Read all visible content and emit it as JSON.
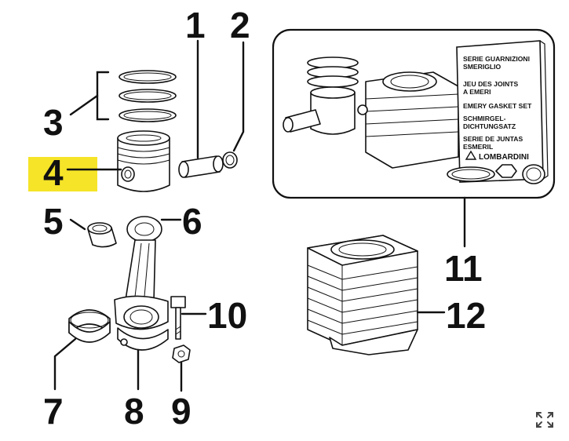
{
  "callouts": [
    {
      "id": "1",
      "label": "1"
    },
    {
      "id": "2",
      "label": "2"
    },
    {
      "id": "3",
      "label": "3"
    },
    {
      "id": "4",
      "label": "4"
    },
    {
      "id": "5",
      "label": "5"
    },
    {
      "id": "6",
      "label": "6"
    },
    {
      "id": "7",
      "label": "7"
    },
    {
      "id": "8",
      "label": "8"
    },
    {
      "id": "9",
      "label": "9"
    },
    {
      "id": "10",
      "label": "10"
    },
    {
      "id": "11",
      "label": "11"
    },
    {
      "id": "12",
      "label": "12"
    }
  ],
  "highlight": {
    "callout": "4",
    "color": "#f5e428"
  },
  "gasket_card": {
    "lines": [
      "SERIE GUARNIZIONI",
      "SMERIGLIO",
      "JEU DES JOINTS",
      "A EMERI",
      "EMERY GASKET SET",
      "SCHMIRGEL-",
      "DICHTUNGSATZ",
      "SERIE DE JUNTAS",
      "ESMERIL"
    ],
    "brand": "LOMBARDINI"
  },
  "toolbar": {
    "expand_icon": "expand-icon"
  }
}
